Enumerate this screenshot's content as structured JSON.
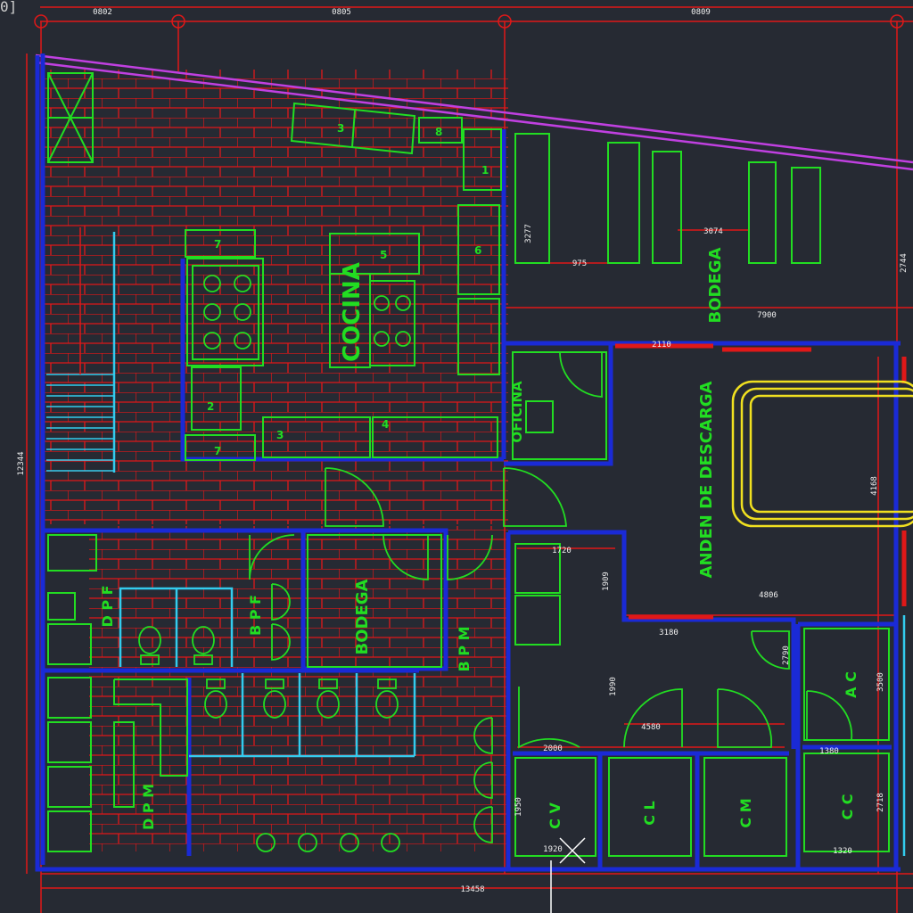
{
  "viewport_corner": "0]",
  "colors": {
    "background": "#262a33",
    "wall": "#1a2ad6",
    "grid_line": "#e01818",
    "furniture": "#22dd22",
    "stair": "#33ccee",
    "vehicle": "#f0e020",
    "property_line": "#c040e0",
    "dimension_text": "#f0f0f0"
  },
  "top_dimensions": [
    "0802",
    "0805",
    "0809"
  ],
  "bottom_dimension": "13458",
  "left_dimension": "12344",
  "room_labels": {
    "cocina": "COCINA",
    "bodega_top": "BODEGA",
    "bodega_center": "BODEGA",
    "oficina": "OFICINA",
    "anden": "ANDEN DE DESCARGA",
    "dpf": "D P F",
    "bpf": "B P F",
    "bpm": "B P M",
    "dpm": "D P M",
    "ac": "A C",
    "cv": "C V",
    "cl": "C L",
    "cm": "C M",
    "cc": "C C"
  },
  "equipment_numbers": {
    "n3_top": "3",
    "n8": "8",
    "n1": "1",
    "n6": "6",
    "n5": "5",
    "n2": "2",
    "n3_mid": "3",
    "n4": "4",
    "n7_top": "7",
    "n7_bottom": "7"
  },
  "interior_dimensions": {
    "d_bodega_v": "3277",
    "d_bodega_h1": "975",
    "d_bodega_h2": "3074",
    "d_bodega_w": "7900",
    "d_right_top": "2744",
    "d_ofi": "2110",
    "d_anden_v": "4168",
    "d_anden_h": "4806",
    "d_c1": "1720",
    "d_c2": "1909",
    "d_c3": "3180",
    "d_c4": "2790",
    "d_c5": "1990",
    "d_c6": "4580",
    "d_c7": "2000",
    "d_ac": "1380",
    "d_cc": "2718",
    "d_cv": "1950",
    "d_cc2": "1320",
    "d_cv2": "1920",
    "d_ac2": "3500"
  }
}
